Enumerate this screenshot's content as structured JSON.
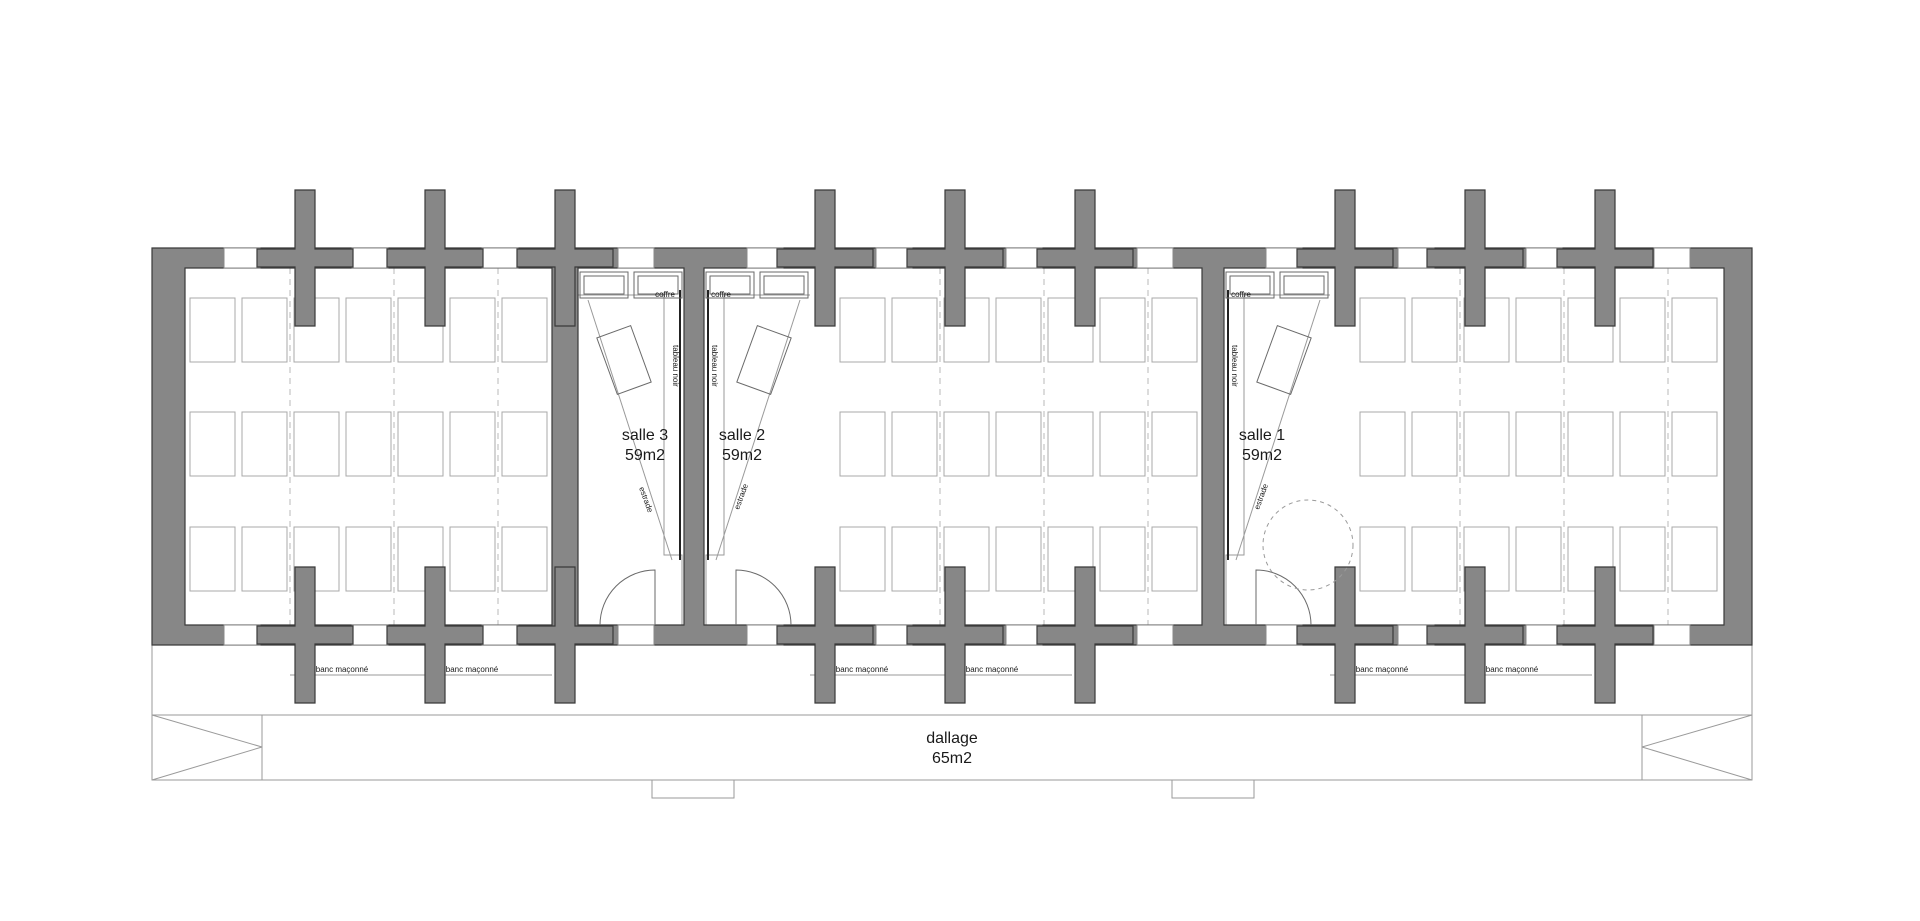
{
  "rooms": [
    {
      "name": "salle 3",
      "area": "59m2",
      "board": "tableau noir",
      "stage": "estrade",
      "chest": "coffre"
    },
    {
      "name": "salle 2",
      "area": "59m2",
      "board": "tableau noir",
      "stage": "estrade",
      "chest": "coffre"
    },
    {
      "name": "salle 1",
      "area": "59m2",
      "board": "tableau noir",
      "stage": "estrade",
      "chest": "coffre"
    }
  ],
  "bench": "banc maçonné",
  "terrace": {
    "name": "dallage",
    "area": "65m2"
  }
}
